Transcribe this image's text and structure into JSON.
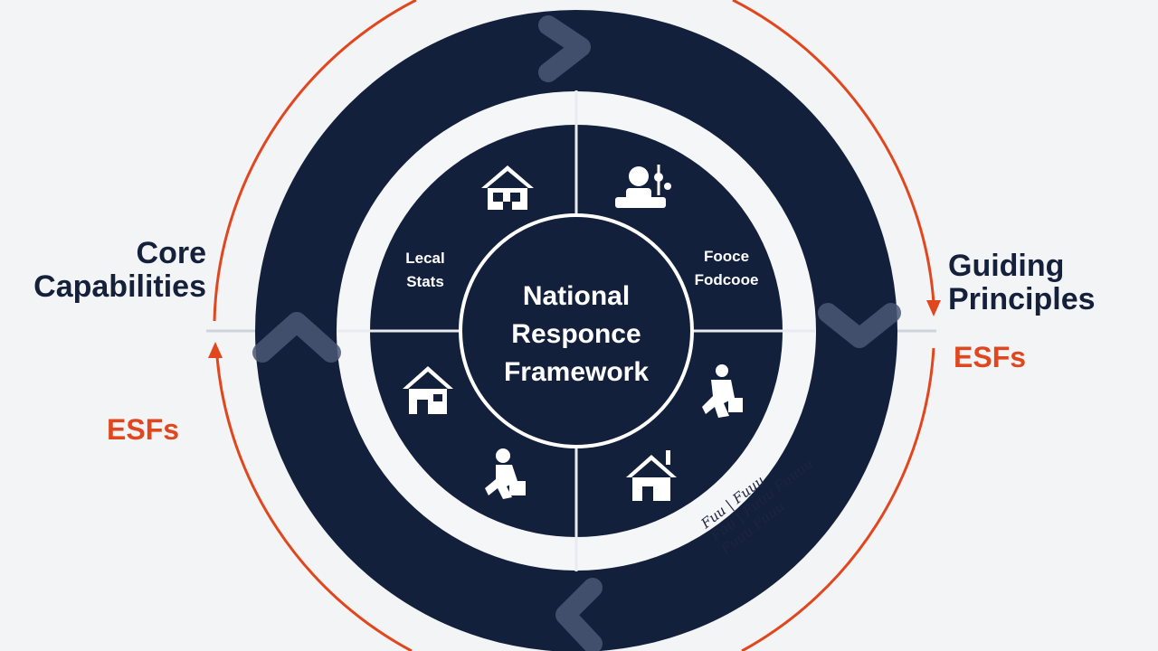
{
  "center": {
    "line1": "National",
    "line2": "Responce",
    "line3": "Framework"
  },
  "quadrants": {
    "top_left": {
      "line1": "Lecal",
      "line2": "Stats"
    },
    "top_right": {
      "line1": "Fooce",
      "line2": "Fodcooe"
    }
  },
  "outer_labels": {
    "core_line1": "Core",
    "core_line2": "Capabilities",
    "guiding_line1": "Guiding",
    "guiding_line2": "Principles",
    "esfs_left": "ESFs",
    "esfs_right": "ESFs"
  },
  "scribble": {
    "line1": "Fuu | Fuuu",
    "line2": "Fuu | Fuuu Fuuuu",
    "line3": "Fuuu Fuuu"
  },
  "icons": [
    "house-icon-top-left",
    "person-icon-top-right",
    "house-icon-bottom-left",
    "person-icon-bottom-left",
    "person-icon-bottom-right",
    "house-icon-bottom-right"
  ],
  "colors": {
    "navy": "#13203c",
    "accent": "#e1471f",
    "background": "#f3f4f6",
    "ring_separator": "#ffffff"
  }
}
